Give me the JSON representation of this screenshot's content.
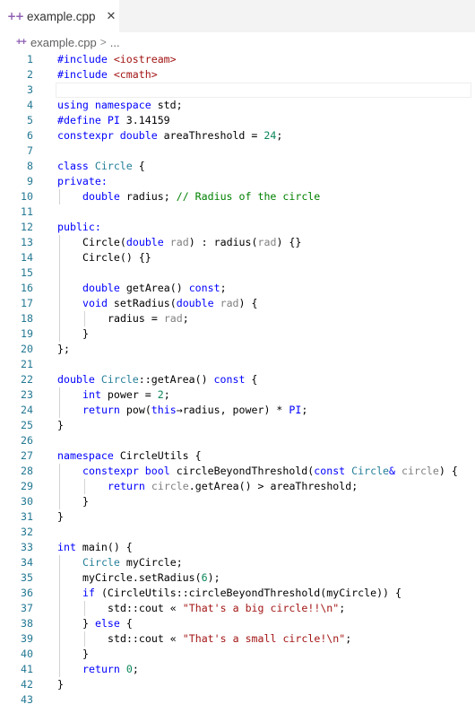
{
  "tab": {
    "icon": "cpp-file-icon",
    "label": "example.cpp",
    "close": "✕"
  },
  "breadcrumb": {
    "file": "example.cpp",
    "separator": ">",
    "more": "..."
  },
  "colors": {
    "keyword": "#0000ff",
    "string": "#a31515",
    "number": "#098658",
    "type": "#267f99",
    "comment": "#008000",
    "param": "#808080",
    "line_number": "#237893"
  },
  "current_line": 3,
  "lines": [
    {
      "n": "1",
      "indent": 0,
      "tokens": [
        {
          "t": "#include ",
          "c": "pre"
        },
        {
          "t": "<iostream>",
          "c": "str"
        }
      ]
    },
    {
      "n": "2",
      "indent": 0,
      "tokens": [
        {
          "t": "#include ",
          "c": "pre"
        },
        {
          "t": "<cmath>",
          "c": "str"
        }
      ]
    },
    {
      "n": "3",
      "indent": 0,
      "tokens": []
    },
    {
      "n": "4",
      "indent": 0,
      "tokens": [
        {
          "t": "using namespace ",
          "c": "kw"
        },
        {
          "t": "std;",
          "c": "plain"
        }
      ]
    },
    {
      "n": "5",
      "indent": 0,
      "tokens": [
        {
          "t": "#define ",
          "c": "pre"
        },
        {
          "t": "PI",
          "c": "macro"
        },
        {
          "t": " 3.14159",
          "c": "plain"
        }
      ]
    },
    {
      "n": "6",
      "indent": 0,
      "tokens": [
        {
          "t": "constexpr double ",
          "c": "kw"
        },
        {
          "t": "areaThreshold = ",
          "c": "plain"
        },
        {
          "t": "24",
          "c": "num"
        },
        {
          "t": ";",
          "c": "plain"
        }
      ]
    },
    {
      "n": "7",
      "indent": 0,
      "tokens": []
    },
    {
      "n": "8",
      "indent": 0,
      "tokens": [
        {
          "t": "class ",
          "c": "kw"
        },
        {
          "t": "Circle",
          "c": "type"
        },
        {
          "t": " {",
          "c": "plain"
        }
      ]
    },
    {
      "n": "9",
      "indent": 0,
      "tokens": [
        {
          "t": "private:",
          "c": "kw"
        }
      ]
    },
    {
      "n": "10",
      "indent": 1,
      "tokens": [
        {
          "t": "double ",
          "c": "kw"
        },
        {
          "t": "radius; ",
          "c": "plain"
        },
        {
          "t": "// Radius of the circle",
          "c": "com"
        }
      ]
    },
    {
      "n": "11",
      "indent": 0,
      "tokens": []
    },
    {
      "n": "12",
      "indent": 0,
      "tokens": [
        {
          "t": "public:",
          "c": "kw"
        }
      ]
    },
    {
      "n": "13",
      "indent": 1,
      "tokens": [
        {
          "t": "Circle(",
          "c": "plain"
        },
        {
          "t": "double ",
          "c": "kw"
        },
        {
          "t": "rad",
          "c": "param"
        },
        {
          "t": ") : radius(",
          "c": "plain"
        },
        {
          "t": "rad",
          "c": "param"
        },
        {
          "t": ") {}",
          "c": "plain"
        }
      ]
    },
    {
      "n": "14",
      "indent": 1,
      "tokens": [
        {
          "t": "Circle() {}",
          "c": "plain"
        }
      ]
    },
    {
      "n": "15",
      "indent": 0,
      "tokens": []
    },
    {
      "n": "16",
      "indent": 1,
      "tokens": [
        {
          "t": "double ",
          "c": "kw"
        },
        {
          "t": "getArea() ",
          "c": "plain"
        },
        {
          "t": "const",
          "c": "kw"
        },
        {
          "t": ";",
          "c": "plain"
        }
      ]
    },
    {
      "n": "17",
      "indent": 1,
      "tokens": [
        {
          "t": "void ",
          "c": "kw"
        },
        {
          "t": "setRadius(",
          "c": "plain"
        },
        {
          "t": "double ",
          "c": "kw"
        },
        {
          "t": "rad",
          "c": "param"
        },
        {
          "t": ") {",
          "c": "plain"
        }
      ]
    },
    {
      "n": "18",
      "indent": 2,
      "tokens": [
        {
          "t": "radius = ",
          "c": "plain"
        },
        {
          "t": "rad",
          "c": "param"
        },
        {
          "t": ";",
          "c": "plain"
        }
      ]
    },
    {
      "n": "19",
      "indent": 1,
      "tokens": [
        {
          "t": "}",
          "c": "plain"
        }
      ]
    },
    {
      "n": "20",
      "indent": 0,
      "tokens": [
        {
          "t": "};",
          "c": "plain"
        }
      ]
    },
    {
      "n": "21",
      "indent": 0,
      "tokens": []
    },
    {
      "n": "22",
      "indent": 0,
      "tokens": [
        {
          "t": "double ",
          "c": "kw"
        },
        {
          "t": "Circle",
          "c": "type"
        },
        {
          "t": "::getArea() ",
          "c": "plain"
        },
        {
          "t": "const",
          "c": "kw"
        },
        {
          "t": " {",
          "c": "plain"
        }
      ]
    },
    {
      "n": "23",
      "indent": 1,
      "tokens": [
        {
          "t": "int ",
          "c": "kw"
        },
        {
          "t": "power = ",
          "c": "plain"
        },
        {
          "t": "2",
          "c": "num"
        },
        {
          "t": ";",
          "c": "plain"
        }
      ]
    },
    {
      "n": "24",
      "indent": 1,
      "tokens": [
        {
          "t": "return ",
          "c": "kw"
        },
        {
          "t": "pow(",
          "c": "plain"
        },
        {
          "t": "this",
          "c": "kw"
        },
        {
          "t": "→radius, power) * ",
          "c": "plain"
        },
        {
          "t": "PI",
          "c": "macro"
        },
        {
          "t": ";",
          "c": "plain"
        }
      ]
    },
    {
      "n": "25",
      "indent": 0,
      "tokens": [
        {
          "t": "}",
          "c": "plain"
        }
      ]
    },
    {
      "n": "26",
      "indent": 0,
      "tokens": []
    },
    {
      "n": "27",
      "indent": 0,
      "tokens": [
        {
          "t": "namespace ",
          "c": "kw"
        },
        {
          "t": "CircleUtils {",
          "c": "plain"
        }
      ]
    },
    {
      "n": "28",
      "indent": 1,
      "tokens": [
        {
          "t": "constexpr bool ",
          "c": "kw"
        },
        {
          "t": "circleBeyondThreshold(",
          "c": "plain"
        },
        {
          "t": "const ",
          "c": "kw"
        },
        {
          "t": "Circle",
          "c": "type"
        },
        {
          "t": "& ",
          "c": "kw"
        },
        {
          "t": "circle",
          "c": "param"
        },
        {
          "t": ") {",
          "c": "plain"
        }
      ]
    },
    {
      "n": "29",
      "indent": 2,
      "tokens": [
        {
          "t": "return ",
          "c": "kw"
        },
        {
          "t": "circle",
          "c": "param"
        },
        {
          "t": ".getArea() > areaThreshold;",
          "c": "plain"
        }
      ]
    },
    {
      "n": "30",
      "indent": 1,
      "tokens": [
        {
          "t": "}",
          "c": "plain"
        }
      ]
    },
    {
      "n": "31",
      "indent": 0,
      "tokens": [
        {
          "t": "}",
          "c": "plain"
        }
      ]
    },
    {
      "n": "32",
      "indent": 0,
      "tokens": []
    },
    {
      "n": "33",
      "indent": 0,
      "tokens": [
        {
          "t": "int ",
          "c": "kw"
        },
        {
          "t": "main() {",
          "c": "plain"
        }
      ]
    },
    {
      "n": "34",
      "indent": 1,
      "tokens": [
        {
          "t": "Circle",
          "c": "type"
        },
        {
          "t": " myCircle;",
          "c": "plain"
        }
      ]
    },
    {
      "n": "35",
      "indent": 1,
      "tokens": [
        {
          "t": "myCircle.setRadius(",
          "c": "plain"
        },
        {
          "t": "6",
          "c": "num"
        },
        {
          "t": ");",
          "c": "plain"
        }
      ]
    },
    {
      "n": "36",
      "indent": 1,
      "tokens": [
        {
          "t": "if ",
          "c": "kw"
        },
        {
          "t": "(CircleUtils::circleBeyondThreshold(myCircle)) {",
          "c": "plain"
        }
      ]
    },
    {
      "n": "37",
      "indent": 2,
      "tokens": [
        {
          "t": "std::cout « ",
          "c": "plain"
        },
        {
          "t": "\"That's a big circle!!\\n\"",
          "c": "str"
        },
        {
          "t": ";",
          "c": "plain"
        }
      ]
    },
    {
      "n": "38",
      "indent": 1,
      "tokens": [
        {
          "t": "} ",
          "c": "plain"
        },
        {
          "t": "else",
          "c": "kw"
        },
        {
          "t": " {",
          "c": "plain"
        }
      ]
    },
    {
      "n": "39",
      "indent": 2,
      "tokens": [
        {
          "t": "std::cout « ",
          "c": "plain"
        },
        {
          "t": "\"That's a small circle!\\n\"",
          "c": "str"
        },
        {
          "t": ";",
          "c": "plain"
        }
      ]
    },
    {
      "n": "40",
      "indent": 1,
      "tokens": [
        {
          "t": "}",
          "c": "plain"
        }
      ]
    },
    {
      "n": "41",
      "indent": 1,
      "tokens": [
        {
          "t": "return ",
          "c": "kw"
        },
        {
          "t": "0",
          "c": "num"
        },
        {
          "t": ";",
          "c": "plain"
        }
      ]
    },
    {
      "n": "42",
      "indent": 0,
      "tokens": [
        {
          "t": "}",
          "c": "plain"
        }
      ]
    },
    {
      "n": "43",
      "indent": 0,
      "tokens": []
    }
  ]
}
